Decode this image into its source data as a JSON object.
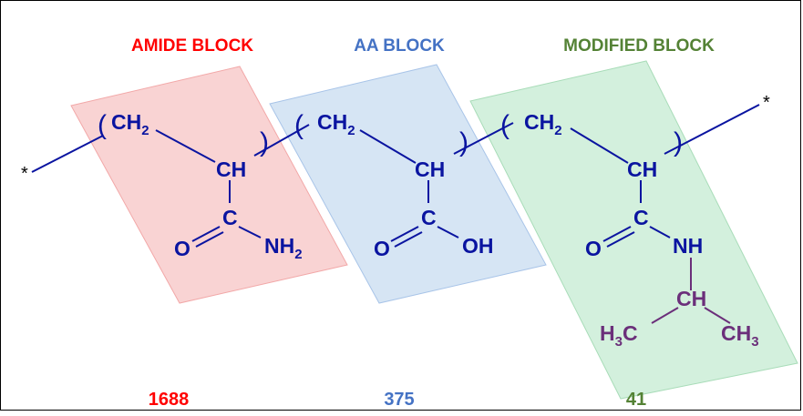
{
  "headers": {
    "amide": "AMIDE BLOCK",
    "aa": "AA BLOCK",
    "modified": "MODIFIED BLOCK"
  },
  "counts": {
    "amide": "1688",
    "aa": "375",
    "modified": "41"
  },
  "chain_ends": {
    "left": "*",
    "right": "*"
  },
  "atoms": {
    "ch2": "CH",
    "ch2_sub": "2",
    "ch": "CH",
    "c": "C",
    "o": "O",
    "nh2": "NH",
    "nh2_sub": "2",
    "oh": "OH",
    "nh": "NH",
    "h3c_h": "H",
    "h3c_3": "3",
    "h3c_c": "C",
    "ch3_ch": "CH",
    "ch3_3": "3"
  },
  "colors": {
    "amide": "#ff0000",
    "aa": "#4472c4",
    "modified": "#548235",
    "chain": "#0a14a0",
    "isopropyl": "#6b2f7a",
    "amide_box": "#f8c8c8",
    "aa_box": "#c8dcf0",
    "modified_box": "#c8ecd4"
  }
}
